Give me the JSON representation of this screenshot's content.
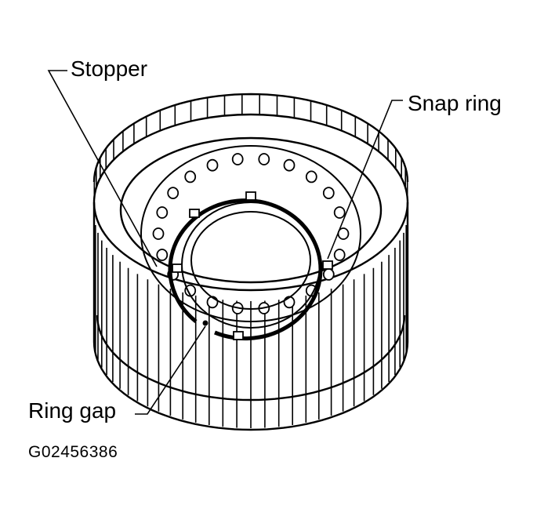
{
  "labels": {
    "stopper": "Stopper",
    "snap_ring": "Snap ring",
    "ring_gap": "Ring gap"
  },
  "figure_code": "G02456386",
  "colors": {
    "ink": "#000000",
    "paper": "#ffffff"
  }
}
